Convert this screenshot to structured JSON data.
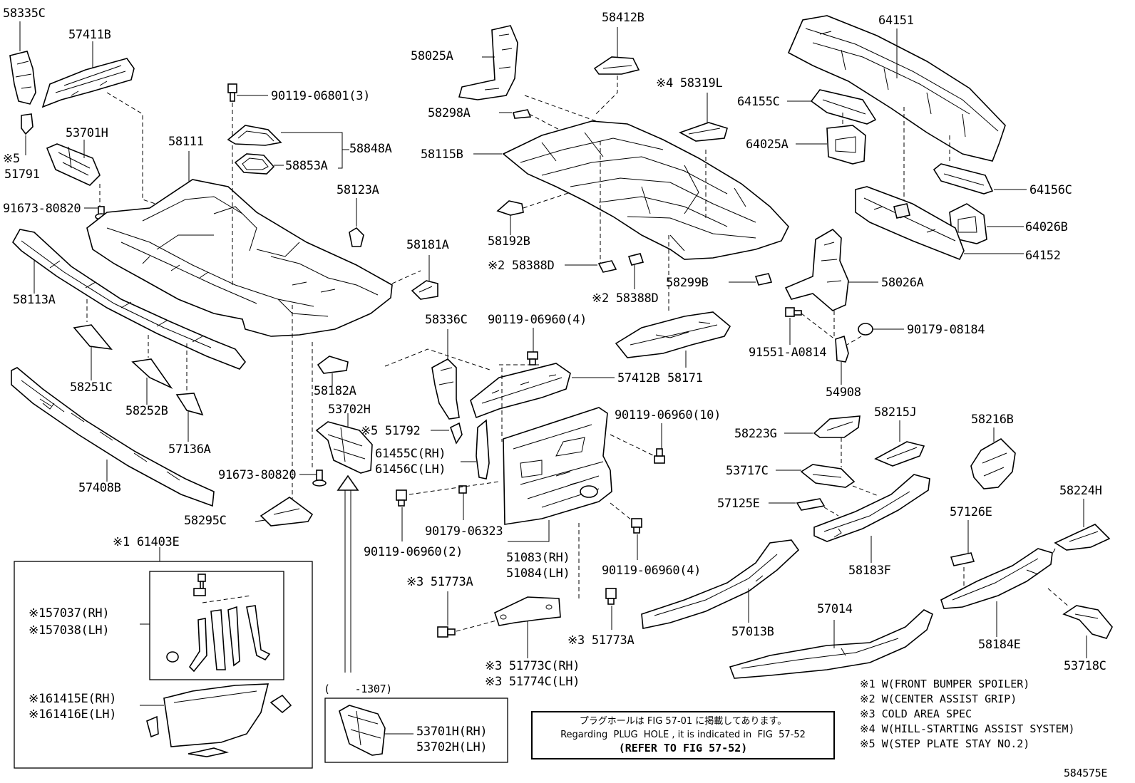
{
  "labels": {
    "p58335C": "58335C",
    "p57411B": "57411B",
    "p90119_06801": "90119-06801(3)",
    "p58848A": "58848A",
    "p58853A": "58853A",
    "p53701H": "53701H",
    "p58111": "58111",
    "note5_a": "※5",
    "p51791": "51791",
    "p91673_a": "91673-80820",
    "p58123A": "58123A",
    "p58113A": "58113A",
    "p58251C": "58251C",
    "p58252B": "58252B",
    "p57136A": "57136A",
    "p57408B": "57408B",
    "p91673_b": "91673-80820",
    "p58295C": "58295C",
    "p58182A": "58182A",
    "p53702H": "53702H",
    "p58181A": "58181A",
    "p58336C": "58336C",
    "p90119_06960_4a": "90119-06960(4)",
    "p57412B": "57412B",
    "p51792": "※5 51792",
    "p61455C": "61455C(RH)",
    "p61456C": "61456C(LH)",
    "p90119_06960_10": "90119-06960(10)",
    "p90179_06323": "90179-06323",
    "p90119_06960_2": "90119-06960(2)",
    "p51083": "51083(RH)",
    "p51084": "51084(LH)",
    "p90119_06960_4b": "90119-06960(4)",
    "p51773A_a": "※3 51773A",
    "p51773A_b": "※3 51773A",
    "p51773C": "※3 51773C(RH)",
    "p51774C": "※3 51774C(LH)",
    "p58025A": "58025A",
    "p58412B": "58412B",
    "p58298A": "58298A",
    "p58319L": "※4 58319L",
    "p58115B": "58115B",
    "p58192B": "58192B",
    "p58388D_a": "※2 58388D",
    "p58388D_b": "※2 58388D",
    "p58299B": "58299B",
    "p58171": "58171",
    "p64151": "64151",
    "p64155C": "64155C",
    "p64025A": "64025A",
    "p64156C": "64156C",
    "p64026B": "64026B",
    "p64152": "64152",
    "p58026A": "58026A",
    "p91551": "91551-A0814",
    "p90179_08184": "90179-08184",
    "p54908": "54908",
    "p58223G": "58223G",
    "p58215J": "58215J",
    "p58216B": "58216B",
    "p53717C": "53717C",
    "p57125E": "57125E",
    "p57126E": "57126E",
    "p58224H": "58224H",
    "p58183F": "58183F",
    "p57013B": "57013B",
    "p57014": "57014",
    "p58184E": "58184E",
    "p53718C": "53718C",
    "p61403E": "※1 61403E",
    "p57037": "※157037(RH)",
    "p57038": "※157038(LH)",
    "p61415E": "※161415E(RH)",
    "p61416E": "※161416E(LH)",
    "range": "(    -1307)",
    "p53701H_rh": "53701H(RH)",
    "p53702H_lh": "53702H(LH)",
    "diagram_code": "584575E"
  },
  "notes": [
    "※1 W(FRONT BUMPER SPOILER)",
    "※2 W(CENTER ASSIST GRIP)",
    "※3 COLD AREA SPEC",
    "※4 W(HILL-STARTING ASSIST SYSTEM)",
    "※5 W(STEP PLATE STAY NO.2)"
  ],
  "reference": {
    "line_jp": "プラグホールは FIG 57-01 に掲載してあります。",
    "line_en": "Regarding  PLUG  HOLE , it is indicated in  FIG  57-52",
    "line_ref": "(REFER TO FIG 57-52)"
  }
}
